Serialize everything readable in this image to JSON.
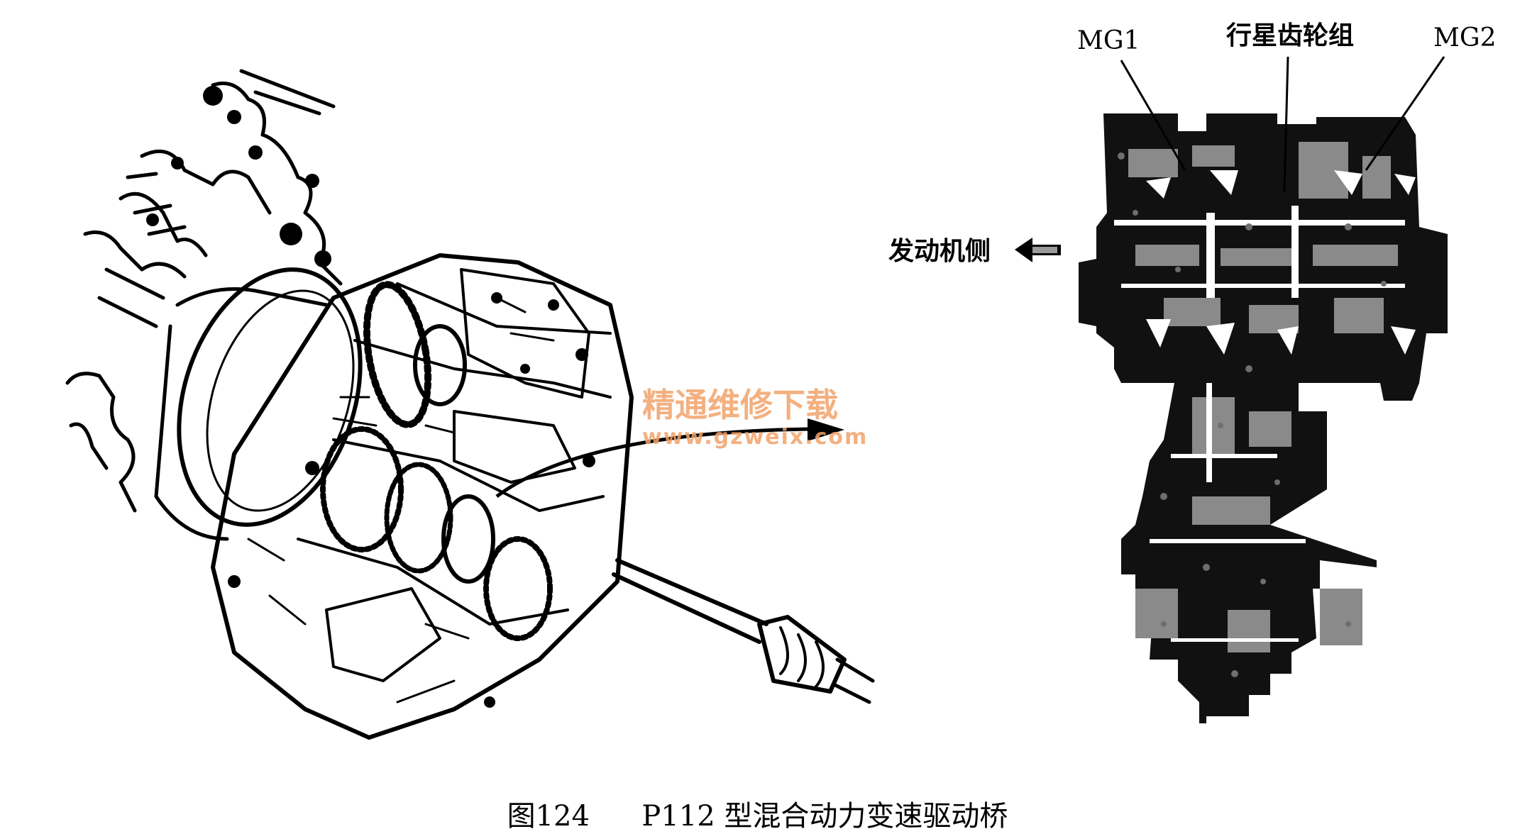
{
  "labels": {
    "mg1": "MG1",
    "planetary": "行星齿轮组",
    "mg2": "MG2",
    "engine_side": "发动机侧"
  },
  "watermark": {
    "line1": "精通维修下载",
    "line2": "www.gzweix.com",
    "color": "#f2a36a"
  },
  "caption": {
    "figure_no": "图124",
    "title": "P112 型混合动力变速驱动桥"
  }
}
